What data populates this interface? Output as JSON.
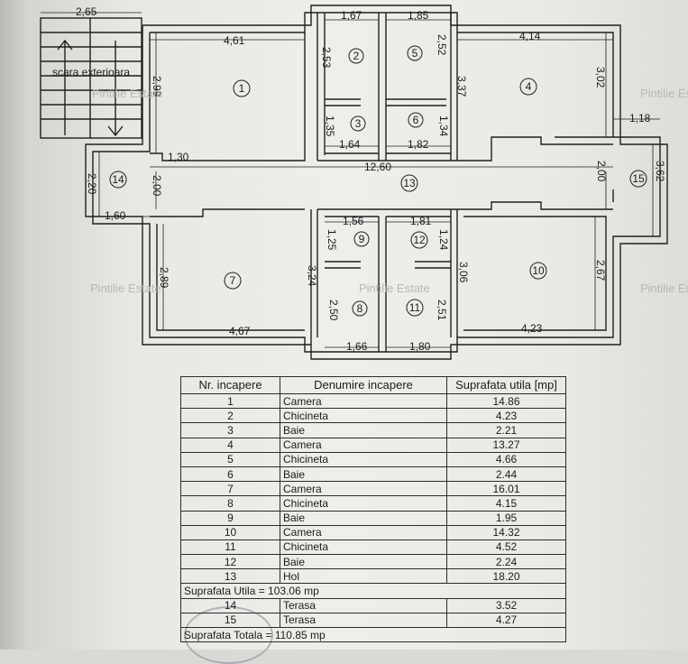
{
  "exterior_stair_label": "scara exterioara",
  "dimensions": {
    "stair_width": "2,65",
    "d_1_67": "1,67",
    "d_1_85": "1,85",
    "d_4_61": "4,61",
    "d_4_14": "4,14",
    "d_2_53": "2,53",
    "d_2_52": "2,52",
    "d_2_99": "2,99",
    "d_3_37": "3,37",
    "d_3_02": "3,02",
    "d_1_35": "1,35",
    "d_1_34": "1,34",
    "d_1_64": "1,64",
    "d_1_82": "1,82",
    "d_1_18": "1,18",
    "d_1_30": "1,30",
    "d_12_60": "12,60",
    "d_2_20": "2,20",
    "d_2_00_left": "2,00",
    "d_2_00_right": "2,00",
    "d_3_62": "3,62",
    "d_1_60": "1,60",
    "d_1_56": "1,56",
    "d_1_81": "1,81",
    "d_1_25": "1,25",
    "d_1_24": "1,24",
    "d_2_89": "2,89",
    "d_3_24": "3,24",
    "d_3_06": "3,06",
    "d_2_67": "2,67",
    "d_2_50": "2,50",
    "d_2_51": "2,51",
    "d_4_67": "4,67",
    "d_4_23": "4,23",
    "d_1_66": "1,66",
    "d_1_80": "1,80"
  },
  "room_markers": [
    "1",
    "2",
    "3",
    "4",
    "5",
    "6",
    "7",
    "8",
    "9",
    "10",
    "11",
    "12",
    "13",
    "14",
    "15"
  ],
  "watermark": "Pintilie Estate",
  "table": {
    "headers": [
      "Nr. incapere",
      "Denumire incapere",
      "Suprafata utila [mp]"
    ],
    "rows": [
      {
        "nr": "1",
        "name": "Camera",
        "area": "14.86"
      },
      {
        "nr": "2",
        "name": "Chicineta",
        "area": "4.23"
      },
      {
        "nr": "3",
        "name": "Baie",
        "area": "2.21"
      },
      {
        "nr": "4",
        "name": "Camera",
        "area": "13.27"
      },
      {
        "nr": "5",
        "name": "Chicineta",
        "area": "4.66"
      },
      {
        "nr": "6",
        "name": "Baie",
        "area": "2.44"
      },
      {
        "nr": "7",
        "name": "Camera",
        "area": "16.01"
      },
      {
        "nr": "8",
        "name": "Chicineta",
        "area": "4.15"
      },
      {
        "nr": "9",
        "name": "Baie",
        "area": "1.95"
      },
      {
        "nr": "10",
        "name": "Camera",
        "area": "14.32"
      },
      {
        "nr": "11",
        "name": "Chicineta",
        "area": "4.52"
      },
      {
        "nr": "12",
        "name": "Baie",
        "area": "2.24"
      },
      {
        "nr": "13",
        "name": "Hol",
        "area": "18.20"
      }
    ],
    "useful_total": "Suprafata Utila = 103.06 mp",
    "terrace_rows": [
      {
        "nr": "14",
        "name": "Terasa",
        "area": "3.52"
      },
      {
        "nr": "15",
        "name": "Terasa",
        "area": "4.27"
      }
    ],
    "grand_total": "Suprafata Totala = 110.85 mp"
  }
}
